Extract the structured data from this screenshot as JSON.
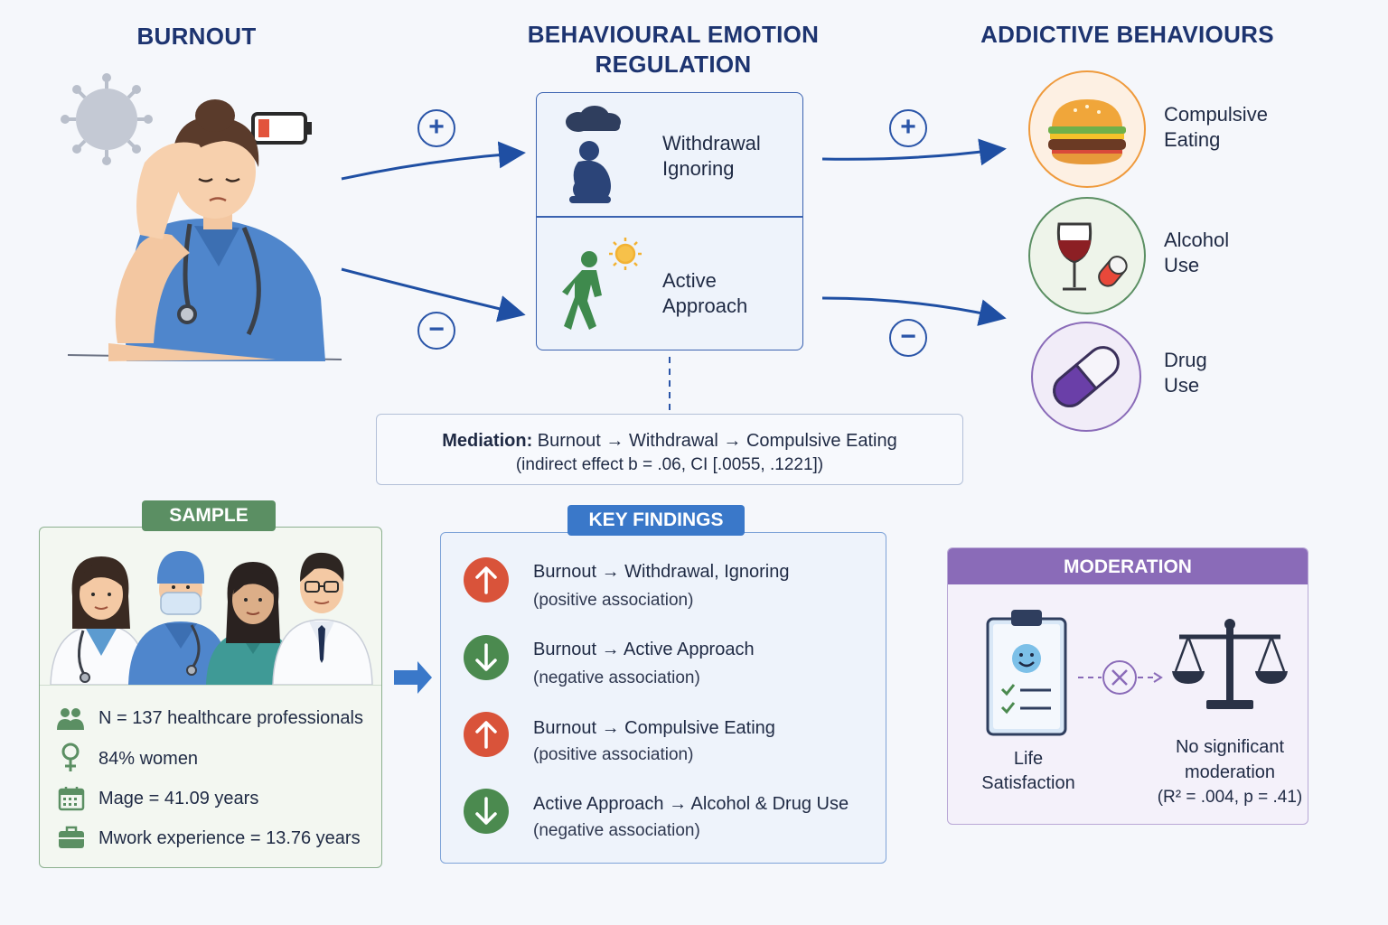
{
  "headings": {
    "burnout": "BURNOUT",
    "regulation_line1": "BEHAVIOURAL EMOTION",
    "regulation_line2": "REGULATION",
    "addictive": "ADDICTIVE BEHAVIOURS"
  },
  "signs": {
    "plus": "+",
    "minus": "−"
  },
  "regulation": {
    "withdrawal_line1": "Withdrawal",
    "withdrawal_line2": "Ignoring",
    "active_line1": "Active",
    "active_line2": "Approach"
  },
  "addictive": {
    "eating_line1": "Compulsive",
    "eating_line2": "Eating",
    "alcohol_line1": "Alcohol",
    "alcohol_line2": "Use",
    "drug_line1": "Drug",
    "drug_line2": "Use"
  },
  "mediation": {
    "label": "Mediation:",
    "path": "Burnout  →  Withdrawal  →  Compulsive Eating",
    "effect": "(indirect effect b = .06, CI [.0055, .1221])"
  },
  "sample": {
    "tag": "SAMPLE",
    "rows": [
      {
        "icon": "people-icon",
        "text": "N = 137 healthcare professionals"
      },
      {
        "icon": "female-symbol-icon",
        "text": "84% women"
      },
      {
        "icon": "calendar-icon",
        "text": "Mage = 41.09 years"
      },
      {
        "icon": "briefcase-icon",
        "text": "Mwork experience = 13.76 years"
      }
    ]
  },
  "findings": {
    "tag": "KEY FINDINGS",
    "items": [
      {
        "direction": "up",
        "main": "Burnout  →  Withdrawal, Ignoring",
        "sub": "(positive association)"
      },
      {
        "direction": "down",
        "main": "Burnout  →  Active Approach",
        "sub": "(negative association)"
      },
      {
        "direction": "up",
        "main": "Burnout  →  Compulsive Eating",
        "sub": "(positive association)"
      },
      {
        "direction": "down",
        "main": "Active Approach  →  Alcohol & Drug Use",
        "sub": "(negative association)"
      }
    ]
  },
  "moderation": {
    "tag": "MODERATION",
    "left_line1": "Life",
    "left_line2": "Satisfaction",
    "right_line1": "No significant",
    "right_line2": "moderation",
    "right_line3": "(R² = .004, p = .41)"
  },
  "colors": {
    "navy": "#1d3470",
    "arrow_blue": "#1f4fa3",
    "sample_green": "#5b8f63",
    "findings_blue": "#3a78c9",
    "moderation_purple": "#8a6bb8",
    "up_red": "#d9533a",
    "down_green": "#4b8a4f"
  }
}
